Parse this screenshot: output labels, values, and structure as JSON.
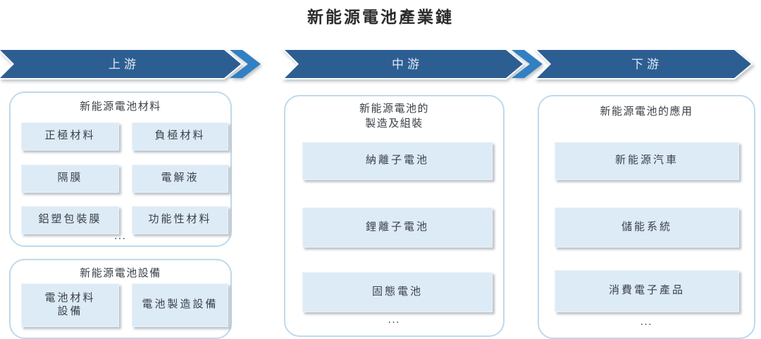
{
  "title": "新能源電池產業鏈",
  "colors": {
    "banner_dark": "#2d5e92",
    "banner_light_chevron": "#3180c2",
    "banner_text": "#dee9f5",
    "container_border": "#bed9ed",
    "box_fill": "#ddebf6",
    "text_dark": "#3a4049"
  },
  "stages": [
    {
      "label": "上游"
    },
    {
      "label": "中游"
    },
    {
      "label": "下游"
    }
  ],
  "upstream": {
    "materials": {
      "header": "新能源電池材料",
      "items": [
        "正極材料",
        "負極材料",
        "隔膜",
        "電解液",
        "鋁塑包裝膜",
        "功能性材料"
      ],
      "more": "..."
    },
    "equipment": {
      "header": "新能源電池設備",
      "items": [
        {
          "lines": [
            "電池材料",
            "設備"
          ]
        },
        {
          "lines": [
            "電池製造設備"
          ]
        }
      ]
    }
  },
  "midstream": {
    "header_line1": "新能源電池的",
    "header_line2": "製造及組裝",
    "items": [
      "納離子電池",
      "鋰離子電池",
      "固態電池"
    ],
    "more": "..."
  },
  "downstream": {
    "header": "新能源電池的應用",
    "items": [
      "新能源汽車",
      "儲能系統",
      "消費電子產品"
    ],
    "more": "..."
  }
}
